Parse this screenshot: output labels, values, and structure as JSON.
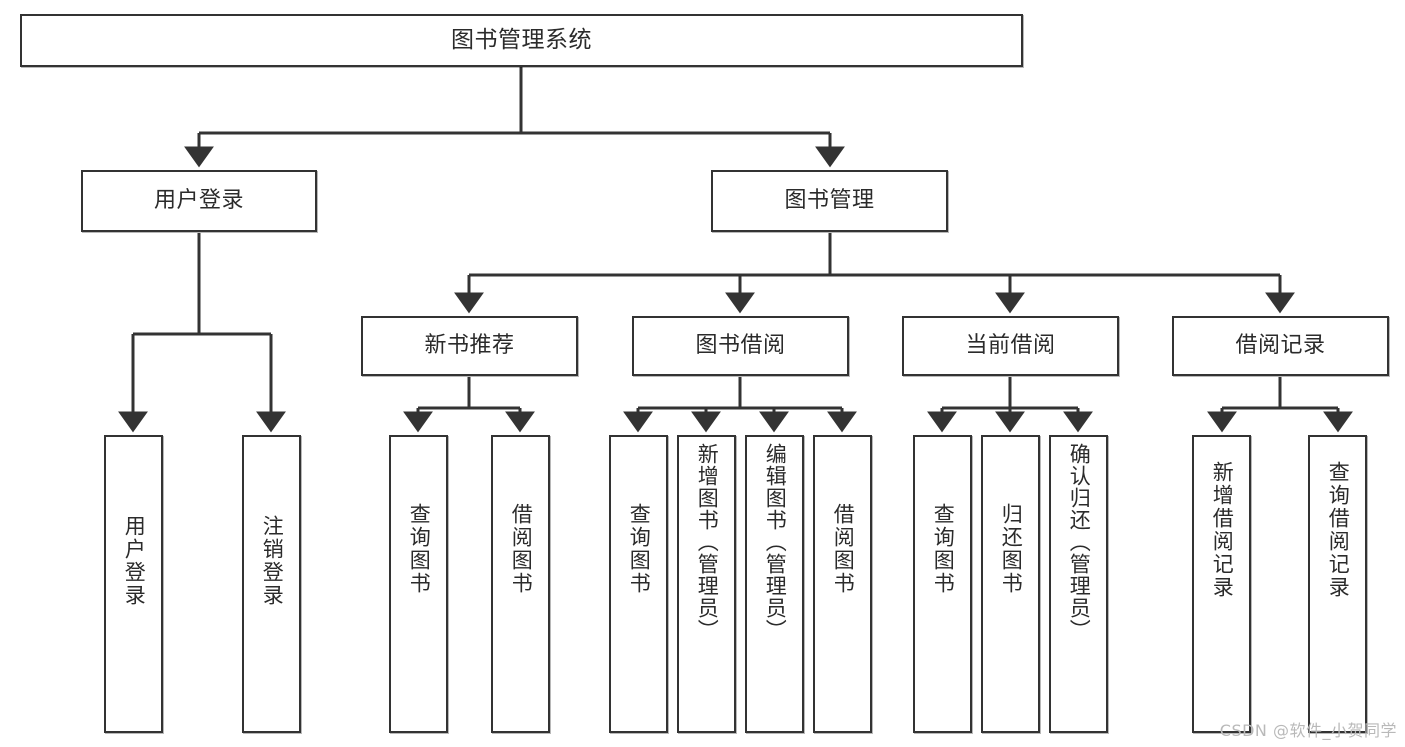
{
  "diagram": {
    "title": "图书管理系统",
    "type": "hierarchy-tree",
    "colors": {
      "box_border": "#333333",
      "box_fill": "#ffffff",
      "connector": "#333333",
      "text": "#2b2b2b",
      "watermark": "#b9b9b9"
    },
    "root": {
      "label": "图书管理系统"
    },
    "level2": [
      {
        "label": "用户登录"
      },
      {
        "label": "图书管理"
      }
    ],
    "level3": [
      {
        "label": "新书推荐"
      },
      {
        "label": "图书借阅"
      },
      {
        "label": "当前借阅"
      },
      {
        "label": "借阅记录"
      }
    ],
    "leaves": {
      "user_login": [
        {
          "label": "用户登录"
        },
        {
          "label": "注销登录"
        }
      ],
      "new_book": [
        {
          "label": "查询图书"
        },
        {
          "label": "借阅图书"
        }
      ],
      "book_borrow": [
        {
          "label": "查询图书"
        },
        {
          "label": "新增图书（管理员）"
        },
        {
          "label": "编辑图书（管理员）"
        },
        {
          "label": "借阅图书"
        }
      ],
      "current_borrow": [
        {
          "label": "查询图书"
        },
        {
          "label": "归还图书"
        },
        {
          "label": "确认归还（管理员）"
        }
      ],
      "borrow_record": [
        {
          "label": "新增借阅记录"
        },
        {
          "label": "查询借阅记录"
        }
      ]
    },
    "watermark": "CSDN @软件_小贺同学"
  }
}
